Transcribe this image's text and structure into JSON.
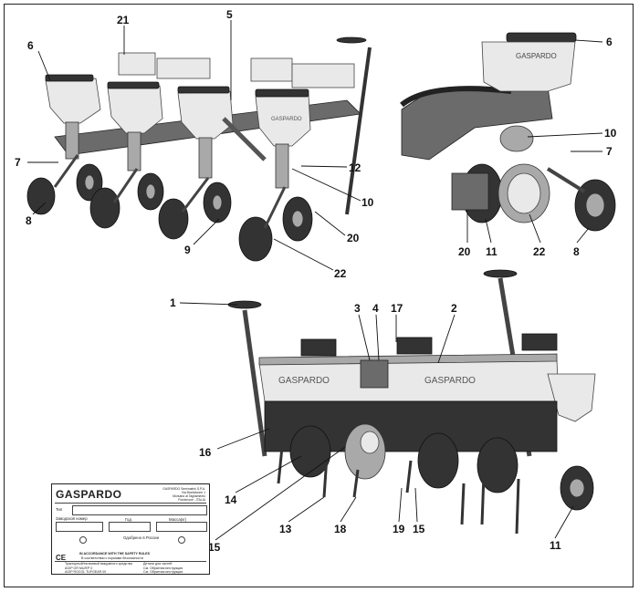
{
  "callouts": {
    "c1": "1",
    "c2": "2",
    "c3": "3",
    "c4": "4",
    "c5": "5",
    "c6a": "6",
    "c6b": "6",
    "c7a": "7",
    "c7b": "7",
    "c8a": "8",
    "c8b": "8",
    "c9": "9",
    "c10a": "10",
    "c10b": "10",
    "c11a": "11",
    "c11b": "11",
    "c12": "12",
    "c13": "13",
    "c14": "14",
    "c15a": "15",
    "c15b": "15",
    "c16": "16",
    "c17": "17",
    "c18": "18",
    "c19": "19",
    "c20a": "20",
    "c20b": "20",
    "c21": "21",
    "c22a": "22",
    "c22b": "22"
  },
  "branding": {
    "hopper_brand": "GASPARDO",
    "main_brand": "GASPARDO"
  },
  "plate": {
    "brand": "GASPARDO",
    "address": "GASPARDO Seminatrici S.P.A.\nVia Monfalcone 1\nMorsano al Tagliamento\nPordenone - ITALIA",
    "type_label": "Тип",
    "serial_label": "Заводской номер",
    "year_label": "Год",
    "mass_label": "Масса(кг)",
    "approval_label": "Одобрено в России",
    "safety_line1": "IN ACCORDANCE WITH THE SAFETY RULES",
    "safety_line2": "В соответствии с нормами безопасности",
    "row1_left": "Тракторный/тягачевый вакуумного средства",
    "row1_right": "Детали для частей",
    "row2_left": "AGIP OR MU/EP 0",
    "row2_right": "См. Обратная инструкция",
    "row3_left": "AGIP ROCOL TUFGEAR 00",
    "row3_right": "См. Обратная инструкция",
    "ce_mark": "CE"
  }
}
